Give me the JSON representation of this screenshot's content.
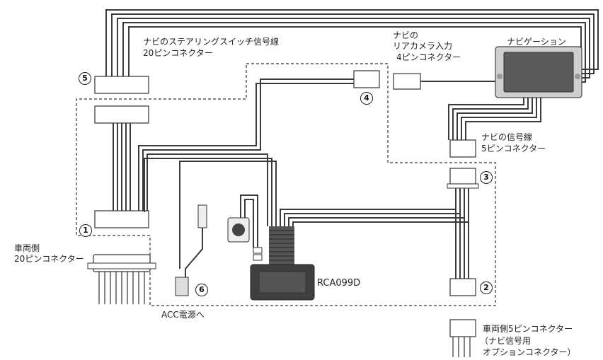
{
  "labels": {
    "steering_connector": [
      "ナビのステアリングスイッチ信号線",
      "20ピンコネクター"
    ],
    "rear_camera_connector": [
      "ナビの",
      "リアカメラ入力",
      "4ピンコネクター"
    ],
    "navigation_unit": "ナビゲーション",
    "navi_signal_connector": [
      "ナビの信号線",
      "5ピンコネクター"
    ],
    "vehicle_side_connector": [
      "車両側",
      "20ピンコネクター"
    ],
    "acc_power": "ACC電源へ",
    "vehicle_5pin_connector": [
      "車両側5ピンコネクター",
      "（ナビ信号用",
      "オプションコネクター）"
    ],
    "model": "RCA099D"
  },
  "markers": [
    "1",
    "2",
    "3",
    "4",
    "5",
    "6"
  ],
  "colors": {
    "wire": "#3a3a3a",
    "dashed_border": "#333333",
    "unit_body": "#3f3f3f",
    "screen": "#5b5b5b",
    "nav_body": "#cfcfcf"
  }
}
